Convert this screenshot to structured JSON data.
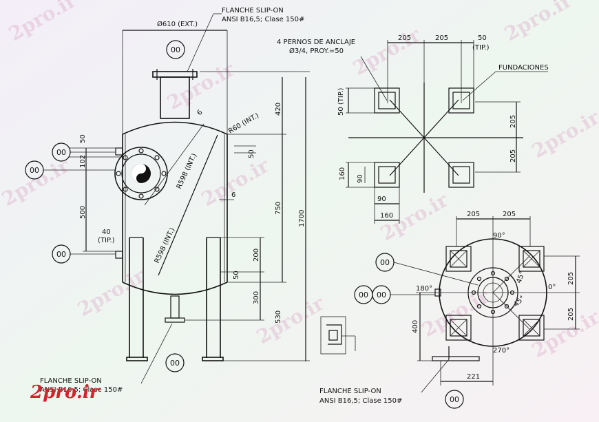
{
  "watermark": "2pro.ir",
  "logo": "2pro.ir",
  "bubble": "00",
  "labels": {
    "top_flange_l1": "FLANCHE SLIP-ON",
    "top_flange_l2": "ANSI B16,5; Clase 150#",
    "bottom_flange_l1": "FLANCHE SLIP-ON",
    "bottom_flange_l2": "ANSI B16,5; Clase 150#",
    "right_flange_l1": "FLANCHE SLIP-ON",
    "right_flange_l2": "ANSI B16,5; Clase 150#",
    "anchor_l1": "4 PERNOS DE ANCLAJE",
    "anchor_l2": "Ø3/4, PROY.=50",
    "foundations": "FUNDACIONES"
  },
  "dims": {
    "d610": "Ø610 (EXT.)",
    "d420": "420",
    "d750": "750",
    "d1700": "1700",
    "d200": "200",
    "d300": "300",
    "d530": "530",
    "d50a": "50",
    "d50b": "50",
    "d50c": "50",
    "d102": "102",
    "d500": "500",
    "d40": "40",
    "tip": "(TIP.)",
    "d6a": "6",
    "d6b": "6",
    "r60": "R60 (INT.)",
    "r598a": "R598 (INT.)",
    "r598b": "R598 (INT.)",
    "p205a": "205",
    "p205b": "205",
    "p50": "50",
    "ptip": "(TIP.)",
    "p50tip": "50 (TIP.)",
    "p205c": "205",
    "p205d": "205",
    "p160a": "160",
    "p90a": "90",
    "p90b": "90",
    "p160b": "160",
    "b205a": "205",
    "b205b": "205",
    "b205c": "205",
    "b205d": "205",
    "b90": "90°",
    "b0": "0°",
    "b180": "180°",
    "b270": "270°",
    "b45a": "45°",
    "b45b": "45°",
    "b400": "400",
    "b221": "221"
  }
}
